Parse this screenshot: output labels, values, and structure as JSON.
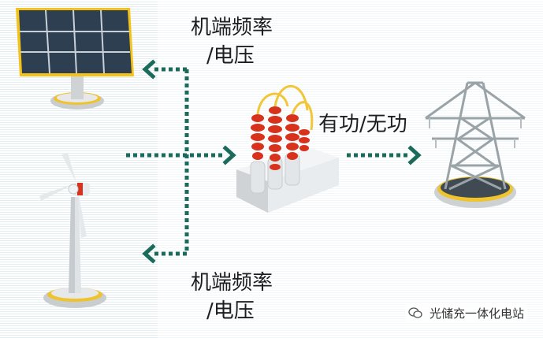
{
  "labels": {
    "top_label_line1": "机端频率",
    "top_label_line2": "/电压",
    "middle_label": "有功/无功",
    "bottom_label_line1": "机端频率",
    "bottom_label_line2": "/电压"
  },
  "watermark": {
    "text": "光储充一体化电站",
    "icon": "wechat-icon"
  },
  "colors": {
    "arrow": "#1a6b5b",
    "panel_frame": "#f3c21b",
    "insulator": "#d8321d",
    "tower": "#9aa3a8"
  },
  "icons": [
    "solar-panel-icon",
    "wind-turbine-icon",
    "transformer-icon",
    "transmission-tower-icon"
  ]
}
